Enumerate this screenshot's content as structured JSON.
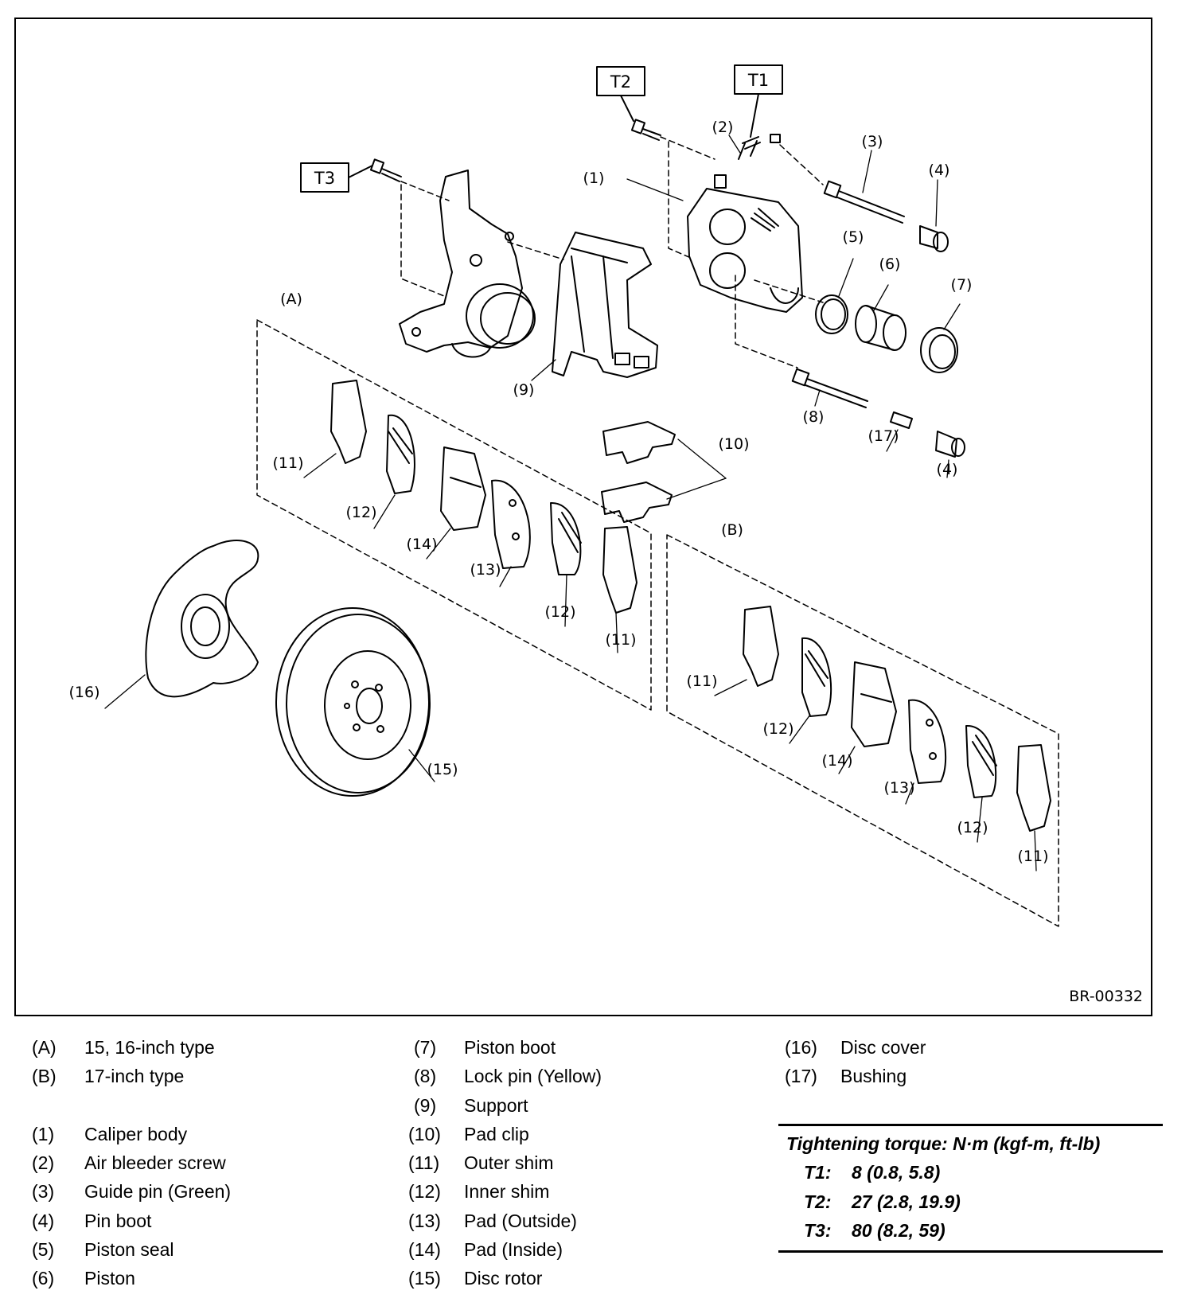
{
  "figure": {
    "code": "BR-00332",
    "torque_boxes": {
      "t1": "T1",
      "t2": "T2",
      "t3": "T3"
    },
    "groups": {
      "a": "(A)",
      "b": "(B)"
    },
    "callouts": {
      "c1": "(1)",
      "c2": "(2)",
      "c3": "(3)",
      "c4": "(4)",
      "c4b": "(4)",
      "c5": "(5)",
      "c6": "(6)",
      "c7": "(7)",
      "c8": "(8)",
      "c9": "(9)",
      "c10": "(10)",
      "a11": "(11)",
      "a12": "(12)",
      "a14": "(14)",
      "a13": "(13)",
      "a12b": "(12)",
      "a11b": "(11)",
      "c16": "(16)",
      "c15": "(15)",
      "c17": "(17)",
      "b11": "(11)",
      "b12": "(12)",
      "b14": "(14)",
      "b13": "(13)",
      "b12b": "(12)",
      "b11b": "(11)"
    }
  },
  "legend": {
    "col1": [
      {
        "num": "(A)",
        "text": "15, 16-inch type"
      },
      {
        "num": "(B)",
        "text": "17-inch type"
      },
      {
        "num": "",
        "text": ""
      },
      {
        "num": "(1)",
        "text": "Caliper body"
      },
      {
        "num": "(2)",
        "text": "Air bleeder screw"
      },
      {
        "num": "(3)",
        "text": "Guide pin (Green)"
      },
      {
        "num": "(4)",
        "text": "Pin boot"
      },
      {
        "num": "(5)",
        "text": "Piston seal"
      },
      {
        "num": "(6)",
        "text": "Piston"
      }
    ],
    "col2": [
      {
        "num": "(7)",
        "text": "Piston boot"
      },
      {
        "num": "(8)",
        "text": "Lock pin (Yellow)"
      },
      {
        "num": "(9)",
        "text": "Support"
      },
      {
        "num": "(10)",
        "text": "Pad clip"
      },
      {
        "num": "(11)",
        "text": "Outer shim"
      },
      {
        "num": "(12)",
        "text": "Inner shim"
      },
      {
        "num": "(13)",
        "text": "Pad (Outside)"
      },
      {
        "num": "(14)",
        "text": "Pad (Inside)"
      },
      {
        "num": "(15)",
        "text": "Disc rotor"
      }
    ],
    "col3": [
      {
        "num": "(16)",
        "text": "Disc cover"
      },
      {
        "num": "(17)",
        "text": "Bushing"
      }
    ]
  },
  "torque": {
    "title": "Tightening torque: N·m (kgf-m, ft-lb)",
    "rows": [
      {
        "key": "T1:",
        "value": "8 (0.8, 5.8)"
      },
      {
        "key": "T2:",
        "value": "27 (2.8, 19.9)"
      },
      {
        "key": "T3:",
        "value": "80 (8.2, 59)"
      }
    ]
  }
}
